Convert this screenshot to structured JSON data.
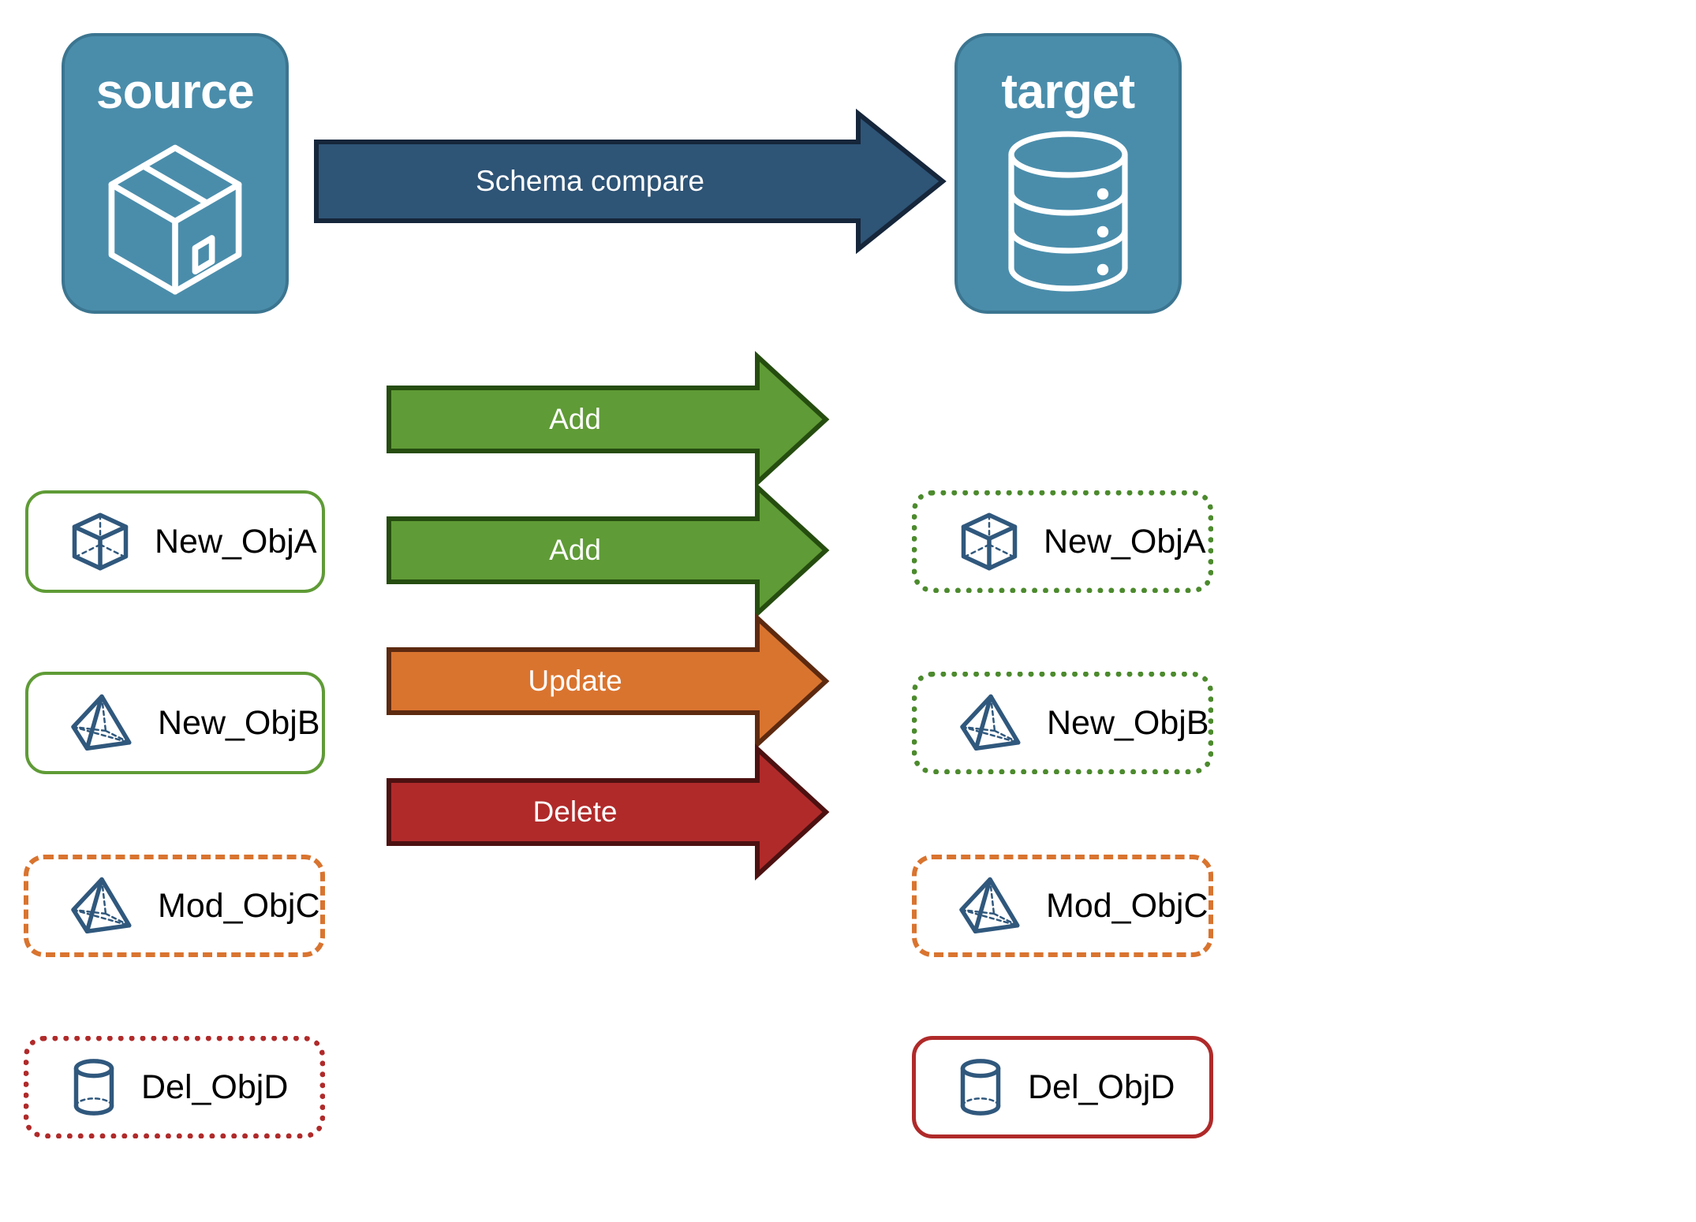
{
  "endpoints": {
    "source": {
      "title": "source",
      "icon": "package-box-icon",
      "fill": "#4a8dab",
      "stroke": "#3b7590"
    },
    "target": {
      "title": "target",
      "icon": "database-cylinder-icon",
      "fill": "#4a8dab",
      "stroke": "#3b7590"
    }
  },
  "schema_arrow": {
    "label": "Schema compare",
    "fill": "#2e5476",
    "stroke": "#16263b",
    "direction": "right"
  },
  "colors": {
    "green": "#5f9b36",
    "green_dark": "#264d10",
    "green_dotted": "#4c8a2d",
    "orange": "#d9742f",
    "orange_dark": "#5d2a10",
    "red": "#b02a2a",
    "red_dark": "#4d1111",
    "object_icon": "#30587d",
    "panel_blue": "#4a8dab",
    "arrow_blue": "#2e5476",
    "text_black": "#000000",
    "text_white": "#ffffff"
  },
  "rows": [
    {
      "source": {
        "label": "New_ObjA",
        "icon": "wireframe-cube-icon",
        "border_style": "solid",
        "border_color": "#5f9b36"
      },
      "action": {
        "label": "Add",
        "fill": "#5f9b36",
        "stroke": "#264d10"
      },
      "target": {
        "label": "New_ObjA",
        "icon": "wireframe-cube-icon",
        "border_style": "dotted",
        "border_color": "#4c8a2d"
      }
    },
    {
      "source": {
        "label": "New_ObjB",
        "icon": "wireframe-pyramid-icon",
        "border_style": "solid",
        "border_color": "#5f9b36"
      },
      "action": {
        "label": "Add",
        "fill": "#5f9b36",
        "stroke": "#264d10"
      },
      "target": {
        "label": "New_ObjB",
        "icon": "wireframe-pyramid-icon",
        "border_style": "dotted",
        "border_color": "#4c8a2d"
      }
    },
    {
      "source": {
        "label": "Mod_ObjC",
        "icon": "wireframe-pyramid-icon",
        "border_style": "dashed",
        "border_color": "#d9742f"
      },
      "action": {
        "label": "Update",
        "fill": "#d9742f",
        "stroke": "#5d2a10"
      },
      "target": {
        "label": "Mod_ObjC",
        "icon": "wireframe-pyramid-icon",
        "border_style": "dashed",
        "border_color": "#d9742f"
      }
    },
    {
      "source": {
        "label": "Del_ObjD",
        "icon": "wireframe-cylinder-icon",
        "border_style": "dotted",
        "border_color": "#b02a2a"
      },
      "action": {
        "label": "Delete",
        "fill": "#b02a2a",
        "stroke": "#4d1111"
      },
      "target": {
        "label": "Del_ObjD",
        "icon": "wireframe-cylinder-icon",
        "border_style": "solid",
        "border_color": "#b02a2a"
      }
    }
  ]
}
